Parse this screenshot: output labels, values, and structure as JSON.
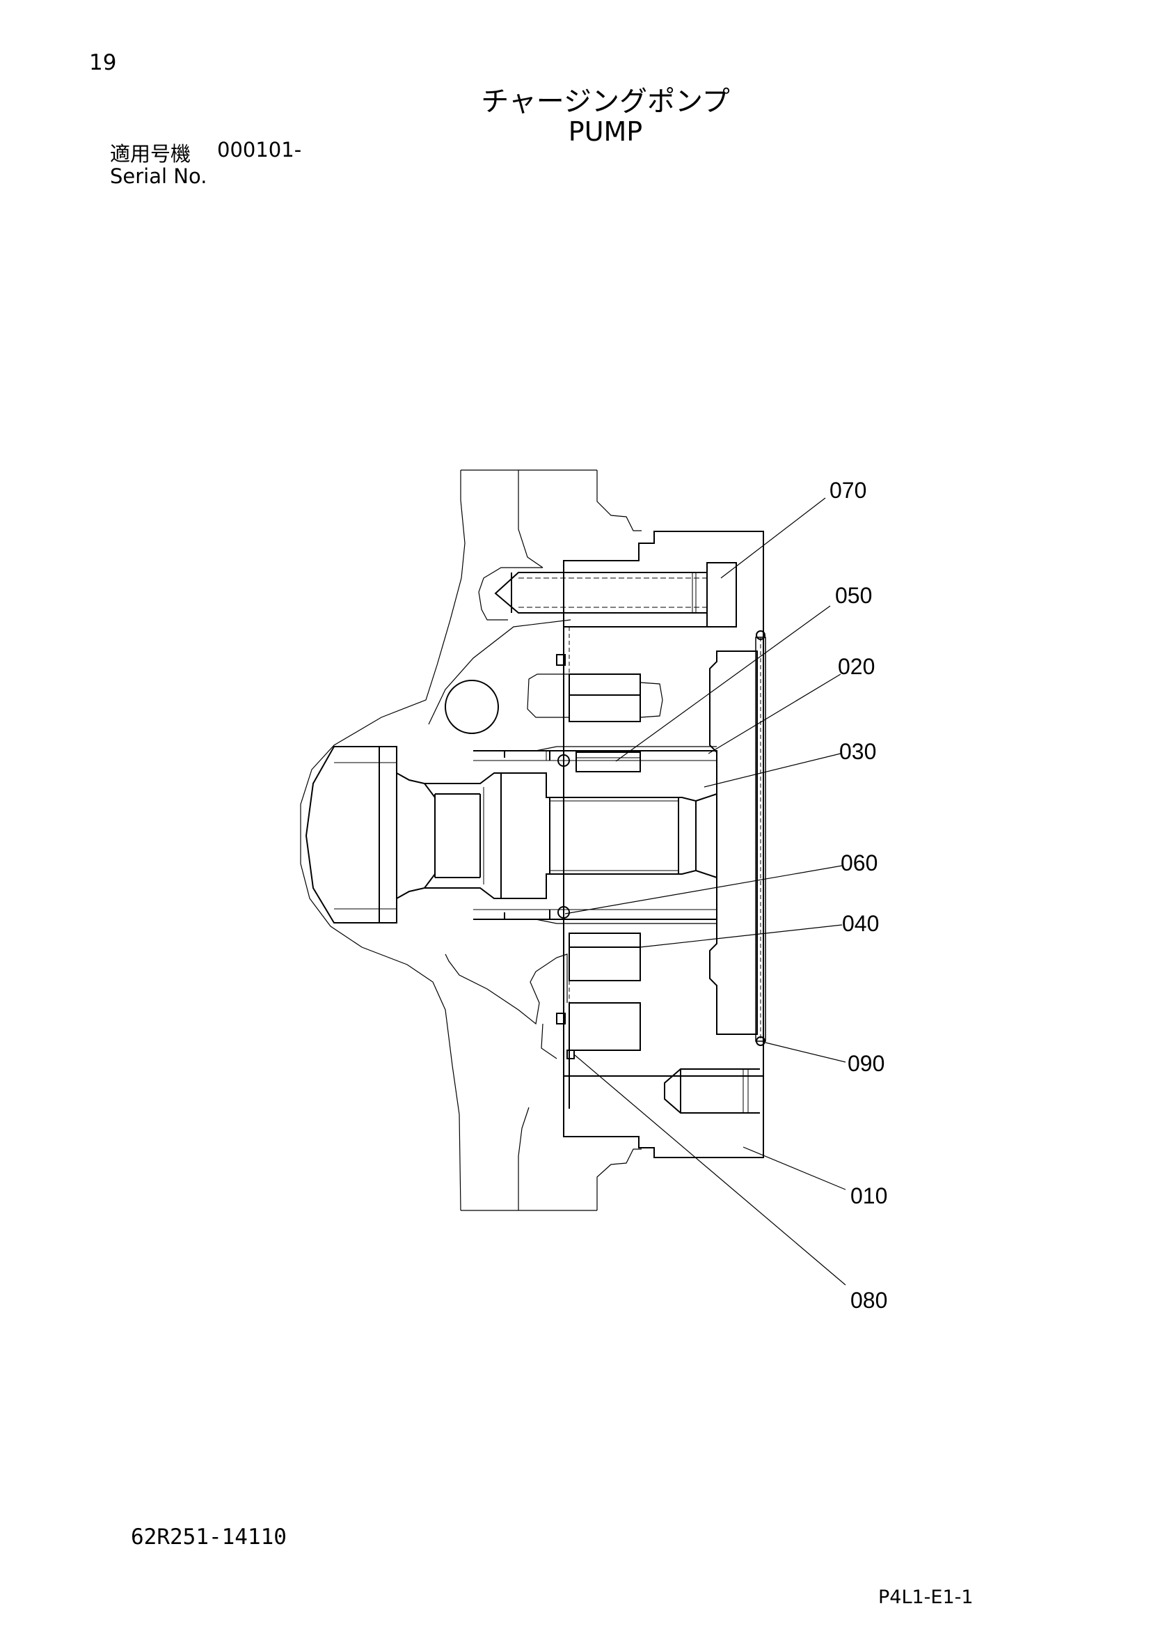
{
  "header": {
    "page_number": "19",
    "title_jp": "チャージングポンプ",
    "title_en": "PUMP",
    "serial_label_jp": "適用号機",
    "serial_value": "000101-",
    "serial_label_en": "Serial No."
  },
  "diagram": {
    "callouts": [
      "070",
      "050",
      "020",
      "030",
      "060",
      "040",
      "090",
      "010",
      "080"
    ]
  },
  "footer": {
    "drawing_number": "62R251-14110",
    "page_code": "P4L1-E1-1"
  }
}
